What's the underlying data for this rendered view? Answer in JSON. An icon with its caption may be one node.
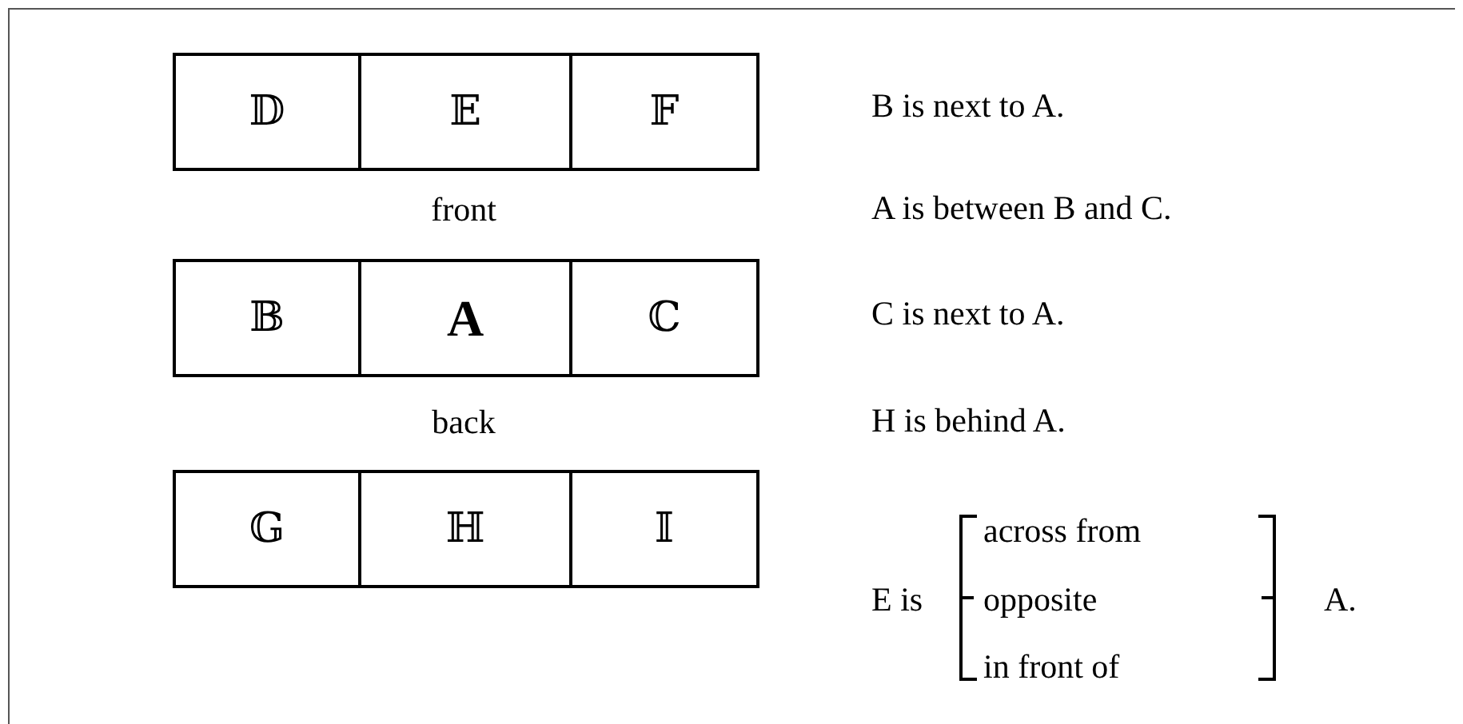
{
  "diagram": {
    "nodes": [
      {
        "text": [
          "𝔻"
        ]
      },
      {
        "text": [
          "𝔼"
        ]
      },
      {
        "text": [
          "𝔽"
        ]
      },
      {
        "text": [
          "𝔹"
        ]
      },
      {
        "text": [
          "A"
        ]
      },
      {
        "text": [
          "ℂ"
        ]
      },
      {
        "text": [
          "𝔾"
        ]
      },
      {
        "text": [
          "ℍ"
        ]
      },
      {
        "text": [
          "𝕀"
        ]
      }
    ],
    "edges": [],
    "labels": [
      "front",
      "back",
      "B is next to A.",
      "A is between B and C.",
      "C is next to A.",
      "H is behind A.",
      "E is",
      "across from",
      "opposite",
      "in front of",
      "A."
    ]
  }
}
